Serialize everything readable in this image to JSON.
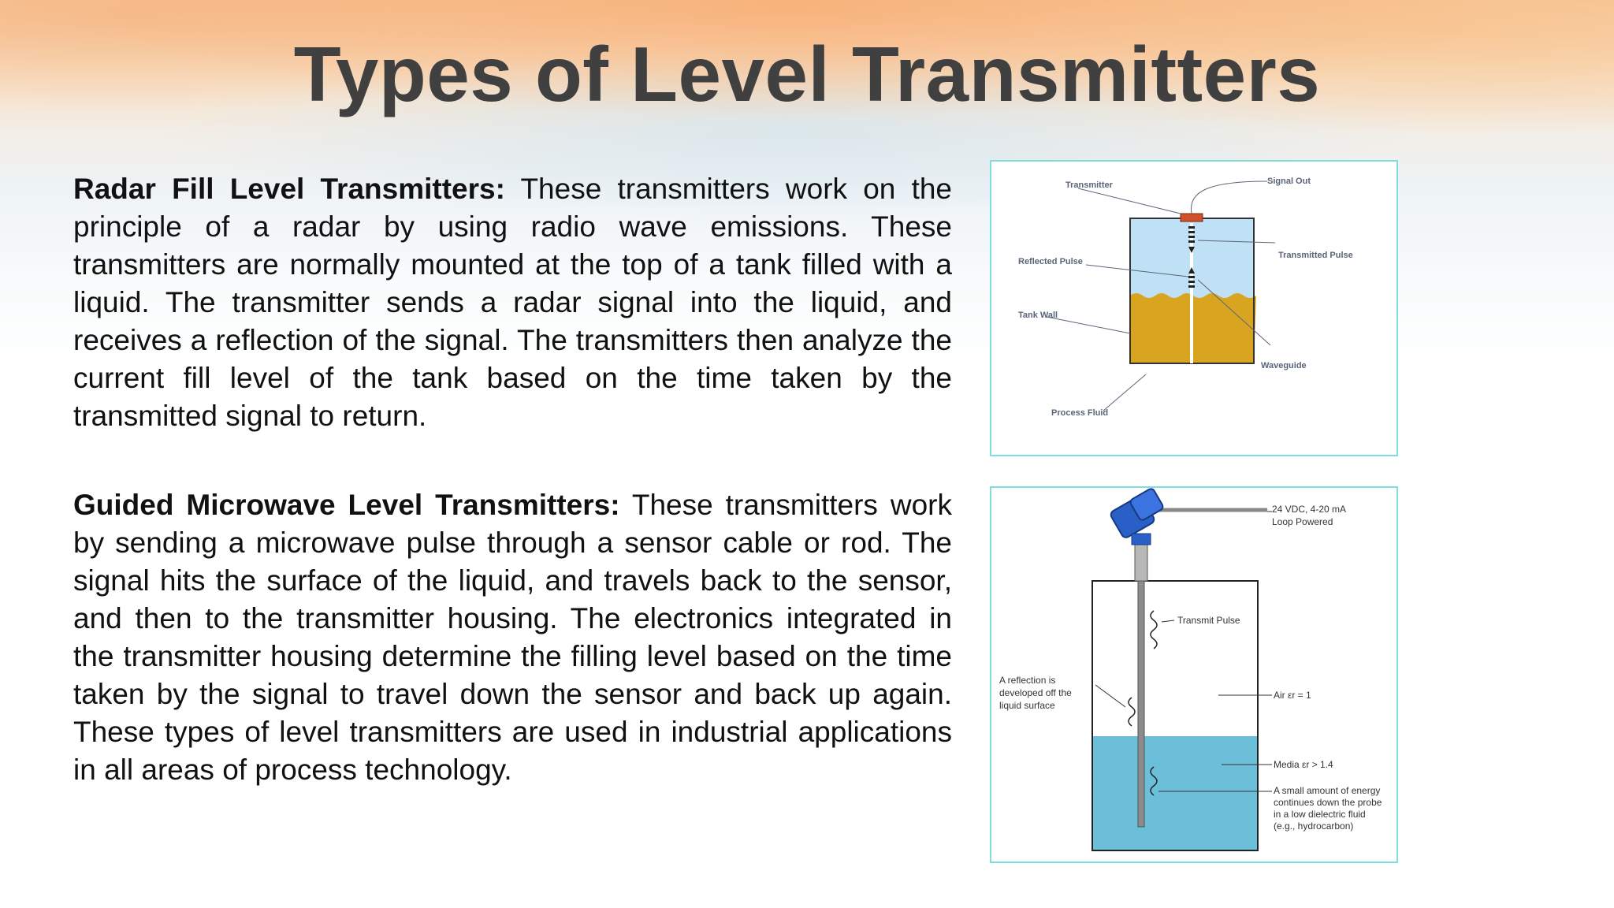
{
  "slide": {
    "title": "Types of Level Transmitters",
    "paragraphs": [
      {
        "heading": "Radar Fill Level Transmitters:",
        "body": " These transmitters work on the principle of a radar by using radio wave emissions. These transmitters are normally mounted at the top of a tank filled with a liquid. The transmitter sends a radar signal into the liquid, and receives a reflection of the signal. The transmitters then analyze the current fill level of the tank based on the time taken by the transmitted signal to return."
      },
      {
        "heading": "Guided Microwave Level Transmitters:",
        "body": " These transmitters work by sending a microwave pulse through a sensor cable or rod. The signal hits the surface of the liquid, and travels back to the sensor, and then to the transmitter housing. The electronics integrated in the transmitter housing determine the filling level based on the time taken by the signal to travel down the sensor and back up again. These types of level transmitters are used in industrial applications in all areas of process technology."
      }
    ]
  },
  "figure_radar": {
    "labels": {
      "transmitter": "Transmitter",
      "signal_out": "Signal Out",
      "reflected_pulse": "Reflected Pulse",
      "transmitted_pulse": "Transmitted Pulse",
      "tank_wall": "Tank Wall",
      "waveguide": "Waveguide",
      "process_fluid": "Process Fluid"
    },
    "colors": {
      "border": "#7fdde0",
      "air": "#bfe0f5",
      "fluid": "#d9a520",
      "flange": "#d0502a"
    }
  },
  "figure_guided": {
    "labels": {
      "power": [
        "24 VDC, 4-20 mA",
        "Loop Powered"
      ],
      "transmit_pulse": "Transmit Pulse",
      "reflection": [
        "A reflection is",
        "developed off the",
        "liquid surface"
      ],
      "air": "Air  εr = 1",
      "media": "Media  εr > 1.4",
      "energy": [
        "A small amount of energy",
        "continues down the probe",
        "in a low dielectric fluid",
        "(e.g., hydrocarbon)"
      ]
    },
    "colors": {
      "head": "#2a5fc8",
      "media": "#6cbfd8"
    }
  }
}
